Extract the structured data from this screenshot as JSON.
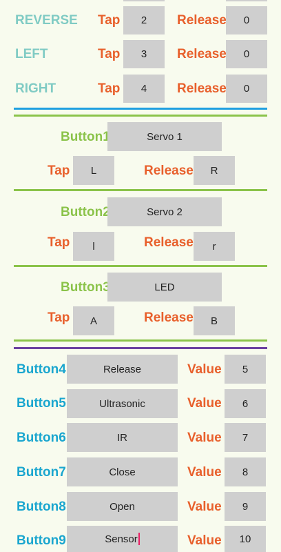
{
  "directions": [
    {
      "name": "REVERSE",
      "tap_label": "Tap",
      "tap_value": "2",
      "release_label": "Release",
      "release_value": "0"
    },
    {
      "name": "LEFT",
      "tap_label": "Tap",
      "tap_value": "3",
      "release_label": "Release",
      "release_value": "0"
    },
    {
      "name": "RIGHT",
      "tap_label": "Tap",
      "tap_value": "4",
      "release_label": "Release",
      "release_value": "0"
    }
  ],
  "buttons": [
    {
      "label": "Button1",
      "name": "Servo 1",
      "tap_label": "Tap",
      "tap_value": "L",
      "release_label": "Release",
      "release_value": "R"
    },
    {
      "label": "Button2",
      "name": "Servo 2",
      "tap_label": "Tap",
      "tap_value": "l",
      "release_label": "Release",
      "release_value": "r"
    },
    {
      "label": "Button3",
      "name": "LED",
      "tap_label": "Tap",
      "tap_value": "A",
      "release_label": "Release",
      "release_value": "B"
    }
  ],
  "value_buttons": [
    {
      "label": "Button4",
      "name": "Release",
      "value_label": "Value",
      "value": "5"
    },
    {
      "label": "Button5",
      "name": "Ultrasonic",
      "value_label": "Value",
      "value": "6"
    },
    {
      "label": "Button6",
      "name": "IR",
      "value_label": "Value",
      "value": "7"
    },
    {
      "label": "Button7",
      "name": "Close",
      "value_label": "Value",
      "value": "8"
    },
    {
      "label": "Button8",
      "name": "Open",
      "value_label": "Value",
      "value": "9"
    },
    {
      "label": "Button9",
      "name": "Sensor",
      "value_label": "Value",
      "value": "10"
    }
  ],
  "colors": {
    "direction_label": "#80cbc4",
    "tap_release_label": "#e8602c",
    "button_label": "#8bc34a",
    "value_button_label": "#1aa6cf",
    "divider_blue": "#1e9fe0",
    "divider_green": "#8bc34a",
    "divider_purple": "#6a3fa0",
    "cursor": "#e91e63"
  }
}
